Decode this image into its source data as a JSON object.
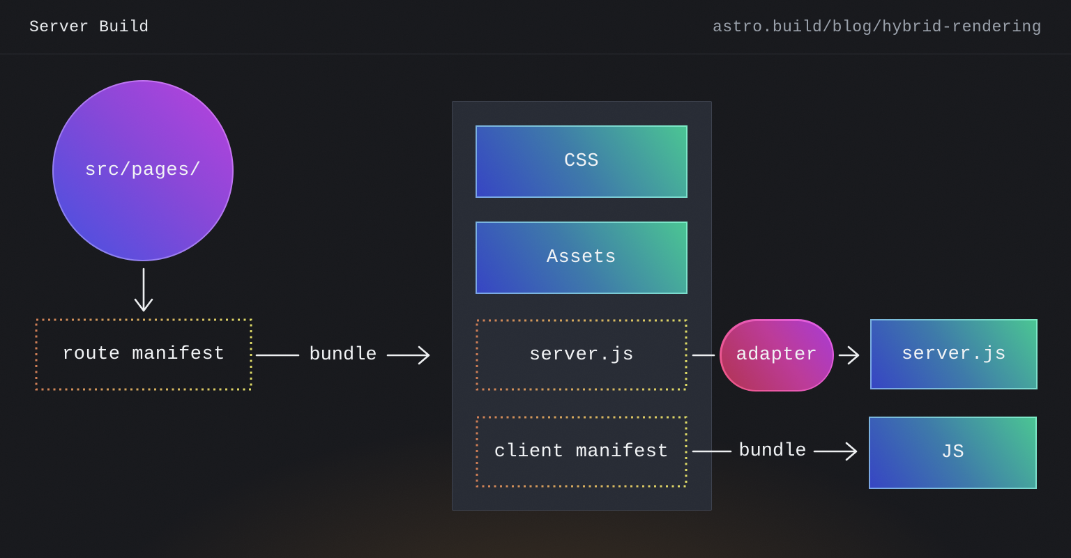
{
  "header": {
    "title": "Server Build",
    "url": "astro.build/blog/hybrid-rendering"
  },
  "nodes": {
    "source": "src/pages/",
    "route_manifest": "route manifest",
    "css": "CSS",
    "assets": "Assets",
    "server_js": "server.js",
    "client_manifest": "client manifest",
    "adapter": "adapter",
    "output_server_js": "server.js",
    "output_js": "JS"
  },
  "edges": {
    "bundle_left": "bundle",
    "bundle_right": "bundle"
  },
  "colors": {
    "background": "#17181c",
    "header_text": "#e9ebee",
    "header_url": "#9aa1ab",
    "text": "#f2f4f6",
    "panel_bg": "#272b34",
    "panel_border": "#3c414d",
    "box_gradient_start": "#3544c4",
    "box_gradient_end": "#4ac593",
    "circle_gradient_start": "#4450e0",
    "circle_gradient_end": "#ba41dd",
    "adapter_gradient_start": "#b13250",
    "adapter_gradient_end": "#a93ad4",
    "dotted_border_start": "#cf7e55",
    "dotted_border_end": "#e0dc66",
    "connector": "#eef0f2",
    "bottom_glow": "#3a2c1c"
  }
}
